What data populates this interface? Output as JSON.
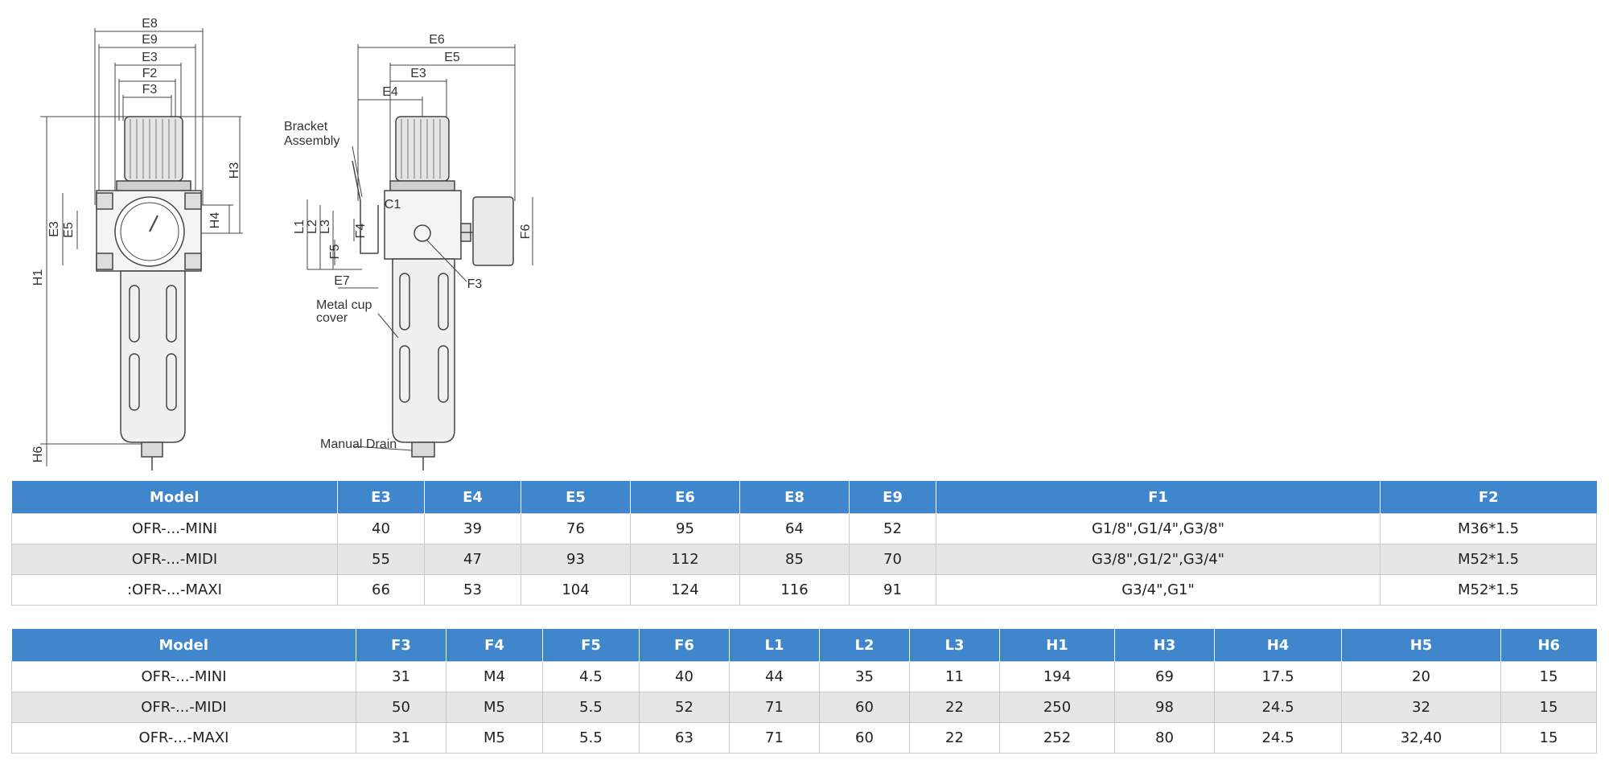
{
  "drawing": {
    "front_dims": [
      "E8",
      "E9",
      "E3",
      "F2",
      "F3",
      "H3",
      "H4",
      "E3",
      "E5",
      "H1",
      "H6"
    ],
    "side_dims": [
      "E6",
      "E5",
      "E3",
      "E4",
      "C1",
      "L1",
      "L2",
      "L3",
      "F4",
      "F5",
      "E7",
      "F6",
      "F3"
    ],
    "labels": {
      "bracket_1": "Bracket",
      "bracket_2": "Assembly",
      "metal_1": "Metal cup",
      "metal_2": "cover",
      "drain": "Manual Drain"
    }
  },
  "table1": {
    "headers": [
      "Model",
      "E3",
      "E4",
      "E5",
      "E6",
      "E8",
      "E9",
      "F1",
      "F2"
    ],
    "rows": [
      [
        "OFR-...-MINI",
        "40",
        "39",
        "76",
        "95",
        "64",
        "52",
        "G1/8\",G1/4\",G3/8\"",
        "M36*1.5"
      ],
      [
        "OFR-...-MIDI",
        "55",
        "47",
        "93",
        "112",
        "85",
        "70",
        "G3/8\",G1/2\",G3/4\"",
        "M52*1.5"
      ],
      [
        ":OFR-...-MAXI",
        "66",
        "53",
        "104",
        "124",
        "116",
        "91",
        "G3/4\",G1\"",
        "M52*1.5"
      ]
    ]
  },
  "table2": {
    "headers": [
      "Model",
      "F3",
      "F4",
      "F5",
      "F6",
      "L1",
      "L2",
      "L3",
      "H1",
      "H3",
      "H4",
      "H5",
      "H6"
    ],
    "rows": [
      [
        "OFR-...-MINI",
        "31",
        "M4",
        "4.5",
        "40",
        "44",
        "35",
        "11",
        "194",
        "69",
        "17.5",
        "20",
        "15"
      ],
      [
        "OFR-...-MIDI",
        "50",
        "M5",
        "5.5",
        "52",
        "71",
        "60",
        "22",
        "250",
        "98",
        "24.5",
        "32",
        "15"
      ],
      [
        "OFR-...-MAXI",
        "31",
        "M5",
        "5.5",
        "63",
        "71",
        "60",
        "22",
        "252",
        "80",
        "24.5",
        "32,40",
        "15"
      ]
    ]
  }
}
